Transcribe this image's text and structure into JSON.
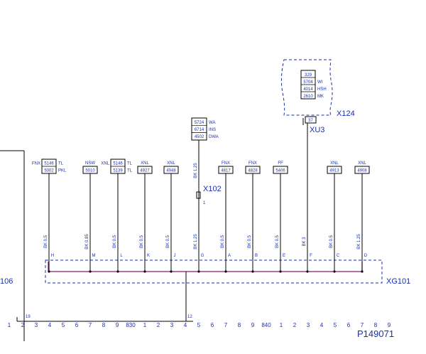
{
  "colors": {
    "wire": "#000000",
    "label": "#1a2fb0",
    "box": "#1a2fb0",
    "ground_bus": "#8b1a6b"
  },
  "labels": {
    "left_ref": "106",
    "x102": "X102",
    "x102_pin": "1",
    "xu3": "XU3",
    "xu3_pin": "37",
    "x124": "X124",
    "xg101": "XG101",
    "bottom_pin_19": "19",
    "bottom_pin_12": "12",
    "figure_id": "P149071"
  },
  "x102_box": [
    {
      "code": "5724",
      "tag": "WA"
    },
    {
      "code": "6714",
      "tag": "INS"
    },
    {
      "code": "4502",
      "tag": "DWA"
    }
  ],
  "x124_box": [
    {
      "code": "329",
      "tag": ""
    },
    {
      "code": "5704",
      "tag": "WI"
    },
    {
      "code": "4014",
      "tag": "HSH"
    },
    {
      "code": "2610",
      "tag": "MK"
    }
  ],
  "wires": [
    {
      "prefix": "FNX",
      "codes": [
        "5146",
        "5002"
      ],
      "suffixes": [
        "TL",
        "PKL"
      ],
      "gauge": "BK 0.5",
      "pin": "H"
    },
    {
      "prefix": "NSW",
      "codes": [
        "5010"
      ],
      "suffixes": [],
      "gauge": "BK 0.85",
      "pin": "M"
    },
    {
      "prefix": "XNL",
      "codes": [
        "5146",
        "5139"
      ],
      "suffixes": [
        "TL",
        "TL"
      ],
      "gauge": "BK 0.5",
      "pin": "L"
    },
    {
      "prefix": "XNL",
      "codes": [
        "4927"
      ],
      "suffixes": [],
      "gauge": "BK 0.5",
      "pin": "K"
    },
    {
      "prefix": "XNL",
      "codes": [
        "4948"
      ],
      "suffixes": [],
      "gauge": "BK 0.5",
      "pin": "J"
    },
    {
      "prefix": "",
      "codes": [],
      "suffixes": [],
      "gauge": "BK 1.25",
      "gauge_upper": "BK 1.25",
      "pin": "G"
    },
    {
      "prefix": "FNX",
      "codes": [
        "4817"
      ],
      "suffixes": [],
      "gauge": "BK 0.5",
      "pin": "A"
    },
    {
      "prefix": "FNX",
      "codes": [
        "4828"
      ],
      "suffixes": [],
      "gauge": "BK 0.5",
      "pin": "B"
    },
    {
      "prefix": "FF",
      "codes": [
        "5406"
      ],
      "suffixes": [],
      "gauge": "BK 0.5",
      "pin": "E"
    },
    {
      "prefix": "",
      "codes": [],
      "suffixes": [],
      "gauge": "BK 3",
      "pin": "F"
    },
    {
      "prefix": "XNL",
      "codes": [
        "4913"
      ],
      "suffixes": [],
      "gauge": "BK 0.5",
      "pin": "C"
    },
    {
      "prefix": "XNL",
      "codes": [
        "4908"
      ],
      "suffixes": [],
      "gauge": "BK 1.25",
      "pin": "D"
    }
  ],
  "grid_numbers": [
    "1",
    "2",
    "3",
    "4",
    "5",
    "6",
    "7",
    "8",
    "9",
    "830",
    "1",
    "2",
    "3",
    "4",
    "5",
    "6",
    "7",
    "8",
    "9",
    "840",
    "1",
    "2",
    "3",
    "4",
    "5",
    "6",
    "7",
    "8",
    "9"
  ]
}
